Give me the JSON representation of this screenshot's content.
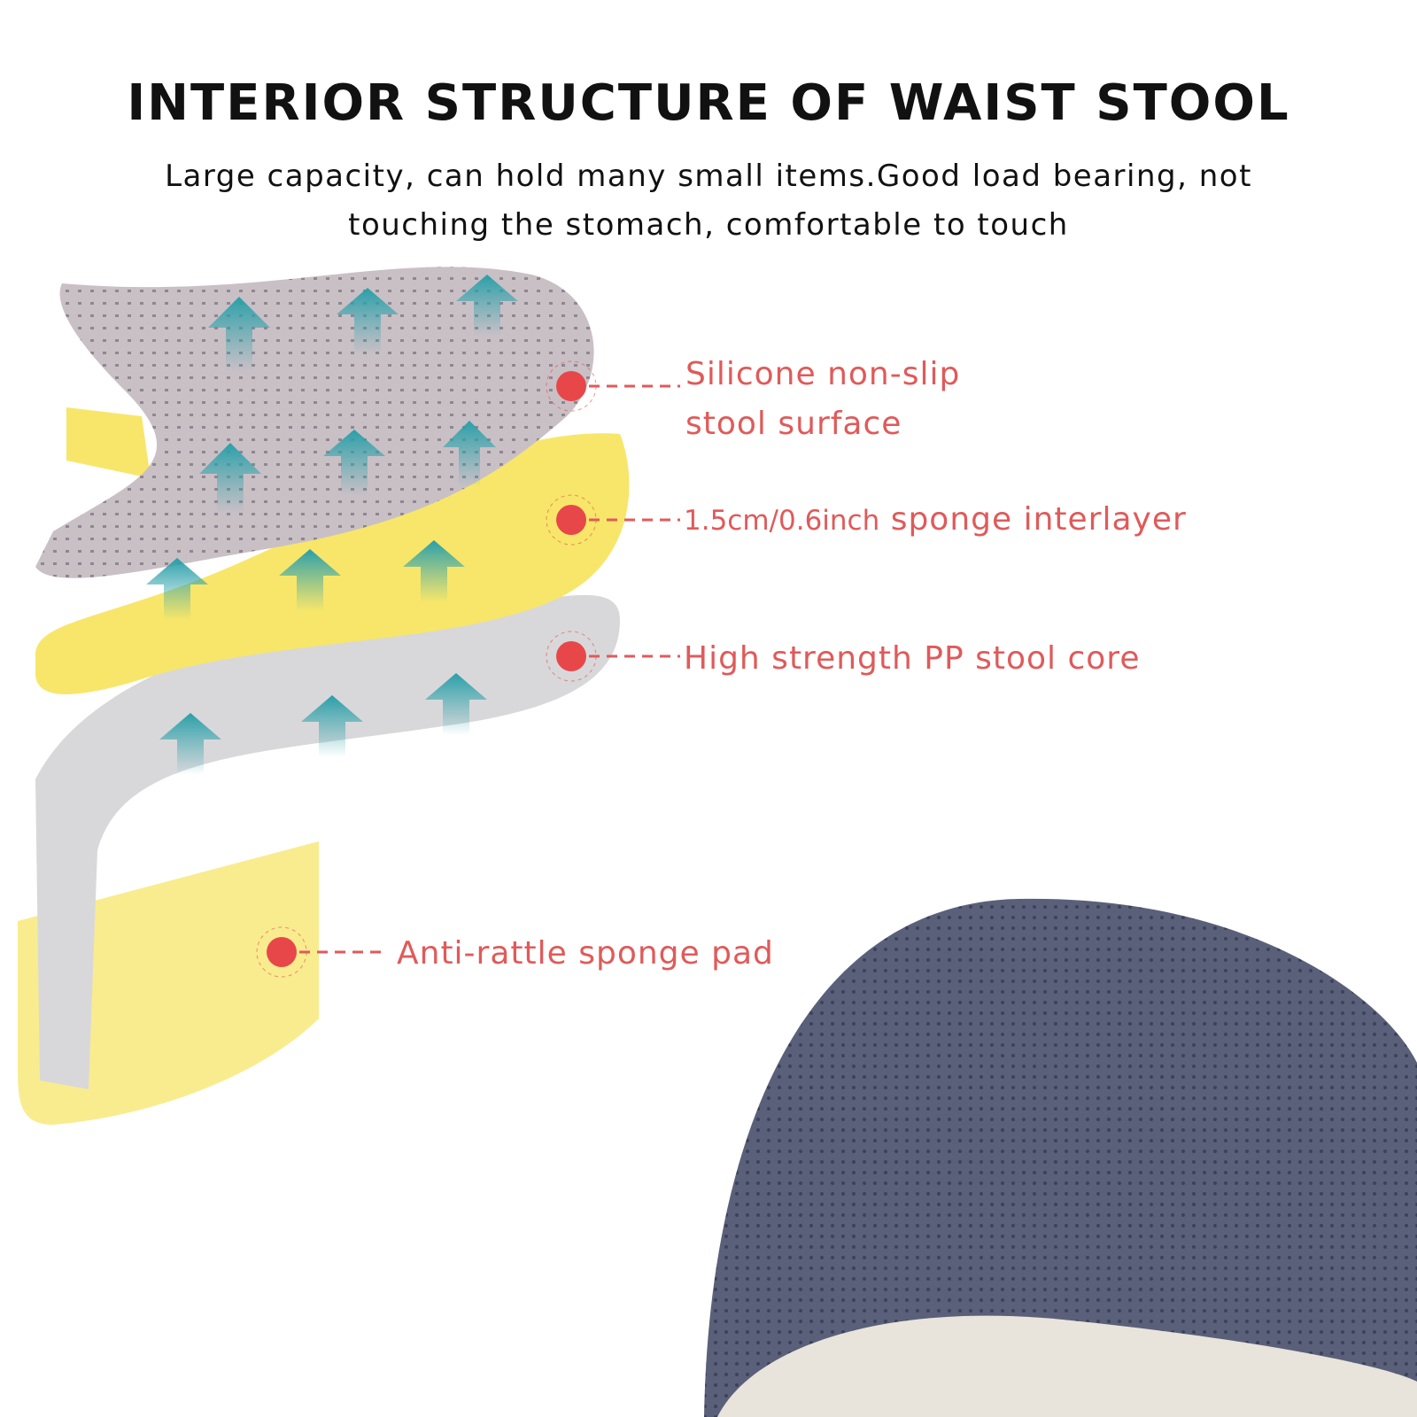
{
  "title": "INTERIOR STRUCTURE OF WAIST STOOL",
  "subtitle_line1": "Large capacity, can hold many small items.Good load bearing, not",
  "subtitle_line2": "touching the stomach, comfortable to touch",
  "callouts": [
    {
      "line1": "Silicone non-slip",
      "line2": "stool surface"
    },
    {
      "prefix": "1.5cm/0.6inch",
      "text": " sponge interlayer"
    },
    {
      "text": "High strength PP stool core"
    },
    {
      "text": "Anti-rattle sponge pad"
    }
  ],
  "colors": {
    "callout_red": "#e05a5a",
    "surface_gray": "#c9c0c6",
    "sponge_yellow": "#f7e66a",
    "core_gray": "#d8d8da",
    "arrow_teal": "#3aa8b0",
    "cushion_navy": "#5a6079"
  }
}
